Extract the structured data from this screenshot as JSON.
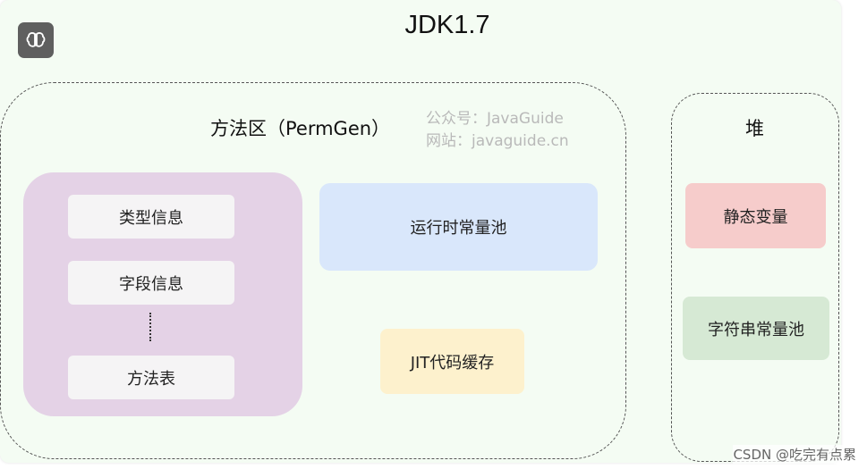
{
  "title": "JDK1.7",
  "app_icon": "brain-icon",
  "method_area": {
    "title": "方法区（PermGen）",
    "class_info_items": [
      "类型信息",
      "字段信息",
      "方法表"
    ],
    "runtime_constant_pool": "运行时常量池",
    "jit_cache": "JIT代码缓存"
  },
  "heap": {
    "title": "堆",
    "static_vars": "静态变量",
    "string_pool": "字符串常量池"
  },
  "watermark": {
    "line1": "公众号：JavaGuide",
    "line2": "网站：javaguide.cn"
  },
  "footer": "CSDN @吃完有点累",
  "colors": {
    "background": "#f4fcf3",
    "class_group": "#e4d2e6",
    "runtime_pool": "#d9e7fb",
    "jit_cache": "#fdf1cd",
    "static_vars": "#f6cccb",
    "string_pool": "#d6e9d4"
  }
}
